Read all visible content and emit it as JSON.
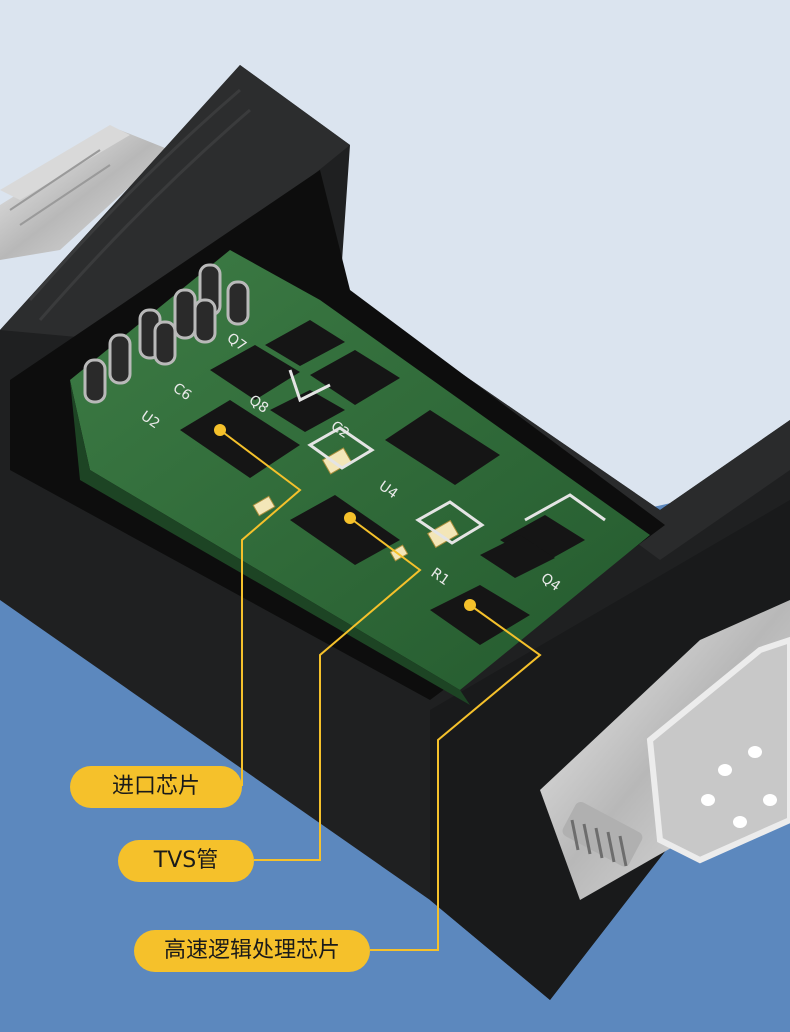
{
  "callouts": [
    {
      "label": "进口芯片"
    },
    {
      "label": "TVS管"
    },
    {
      "label": "高速逻辑处理芯片"
    }
  ],
  "pcb_labels": [
    "U2",
    "C6",
    "Q7",
    "Q8",
    "C2",
    "U4",
    "R1",
    "Q4"
  ],
  "colors": {
    "background_top": "#dbe4ef",
    "background_bottom": "#5c88be",
    "housing": "#1f2021",
    "pcb": "#2f6a3a",
    "callout": "#f5c12b"
  }
}
